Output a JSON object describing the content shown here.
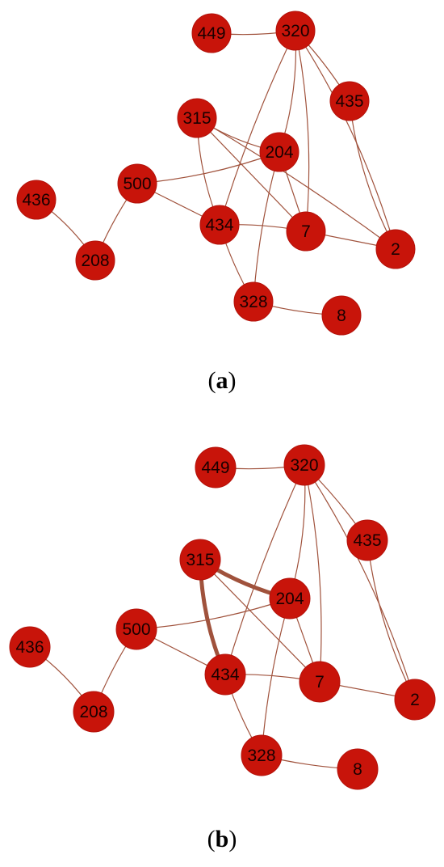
{
  "colors": {
    "node_fill": "#c8140a",
    "node_stroke": "#b3120a",
    "edge": "#a0523c",
    "label_text": "#1a0000",
    "background": "#ffffff"
  },
  "panels": [
    {
      "id": "a",
      "caption_open": "(",
      "caption_letter": "a",
      "caption_close": ")",
      "nodes": [
        {
          "id": "449",
          "label": "449"
        },
        {
          "id": "320",
          "label": "320"
        },
        {
          "id": "435",
          "label": "435"
        },
        {
          "id": "315",
          "label": "315"
        },
        {
          "id": "204",
          "label": "204"
        },
        {
          "id": "500",
          "label": "500"
        },
        {
          "id": "436",
          "label": "436"
        },
        {
          "id": "434",
          "label": "434"
        },
        {
          "id": "7",
          "label": "7"
        },
        {
          "id": "2",
          "label": "2"
        },
        {
          "id": "208",
          "label": "208"
        },
        {
          "id": "328",
          "label": "328"
        },
        {
          "id": "8",
          "label": "8"
        }
      ],
      "edges": [
        {
          "from": "449",
          "to": "320"
        },
        {
          "from": "320",
          "to": "435"
        },
        {
          "from": "320",
          "to": "204"
        },
        {
          "from": "320",
          "to": "434"
        },
        {
          "from": "320",
          "to": "7"
        },
        {
          "from": "320",
          "to": "2"
        },
        {
          "from": "435",
          "to": "2"
        },
        {
          "from": "315",
          "to": "204"
        },
        {
          "from": "315",
          "to": "434"
        },
        {
          "from": "315",
          "to": "7"
        },
        {
          "from": "315",
          "to": "2"
        },
        {
          "from": "204",
          "to": "500"
        },
        {
          "from": "204",
          "to": "7"
        },
        {
          "from": "204",
          "to": "328"
        },
        {
          "from": "500",
          "to": "434"
        },
        {
          "from": "500",
          "to": "208"
        },
        {
          "from": "436",
          "to": "208"
        },
        {
          "from": "434",
          "to": "7"
        },
        {
          "from": "434",
          "to": "328"
        },
        {
          "from": "7",
          "to": "2"
        },
        {
          "from": "328",
          "to": "8"
        }
      ]
    },
    {
      "id": "b",
      "caption_open": "(",
      "caption_letter": "b",
      "caption_close": ")",
      "nodes": [
        {
          "id": "449",
          "label": "449"
        },
        {
          "id": "320",
          "label": "320"
        },
        {
          "id": "435",
          "label": "435"
        },
        {
          "id": "315",
          "label": "315"
        },
        {
          "id": "204",
          "label": "204"
        },
        {
          "id": "500",
          "label": "500"
        },
        {
          "id": "436",
          "label": "436"
        },
        {
          "id": "434",
          "label": "434"
        },
        {
          "id": "7",
          "label": "7"
        },
        {
          "id": "2",
          "label": "2"
        },
        {
          "id": "208",
          "label": "208"
        },
        {
          "id": "328",
          "label": "328"
        },
        {
          "id": "8",
          "label": "8"
        }
      ],
      "edges": [
        {
          "from": "449",
          "to": "320"
        },
        {
          "from": "320",
          "to": "435"
        },
        {
          "from": "320",
          "to": "204"
        },
        {
          "from": "320",
          "to": "434"
        },
        {
          "from": "320",
          "to": "7"
        },
        {
          "from": "320",
          "to": "2"
        },
        {
          "from": "435",
          "to": "2"
        },
        {
          "from": "315",
          "to": "204",
          "highlight": true
        },
        {
          "from": "315",
          "to": "434",
          "highlight": true
        },
        {
          "from": "315",
          "to": "7"
        },
        {
          "from": "204",
          "to": "500"
        },
        {
          "from": "204",
          "to": "7"
        },
        {
          "from": "204",
          "to": "328"
        },
        {
          "from": "500",
          "to": "434"
        },
        {
          "from": "500",
          "to": "208"
        },
        {
          "from": "436",
          "to": "208"
        },
        {
          "from": "434",
          "to": "7"
        },
        {
          "from": "434",
          "to": "328"
        },
        {
          "from": "7",
          "to": "2"
        },
        {
          "from": "328",
          "to": "8"
        }
      ]
    }
  ]
}
